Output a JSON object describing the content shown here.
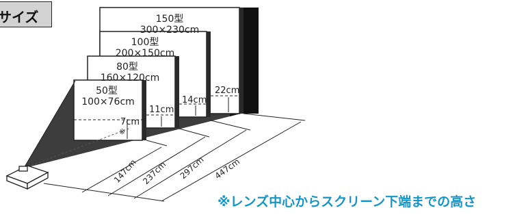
{
  "header": {
    "text": "サイズ"
  },
  "screens": [
    {
      "label": "150型",
      "dims": "300×230cm",
      "offset": "22cm",
      "distance": "447cm"
    },
    {
      "label": "100型",
      "dims": "200×150cm",
      "offset": "14cm",
      "distance": "297cm"
    },
    {
      "label": "80型",
      "dims": "160×120cm",
      "offset": "11cm",
      "distance": "237cm"
    },
    {
      "label": "50型",
      "dims": "100×76cm",
      "offset": "7cm",
      "distance": "147cm"
    }
  ],
  "lens_mark": "※",
  "note": "※レンズ中心からスクリーン下端までの高さ",
  "colors": {
    "note": "#1596c8",
    "header_bg": "#d2d2d2",
    "floor": "#3d3d3d",
    "line": "#222222"
  }
}
